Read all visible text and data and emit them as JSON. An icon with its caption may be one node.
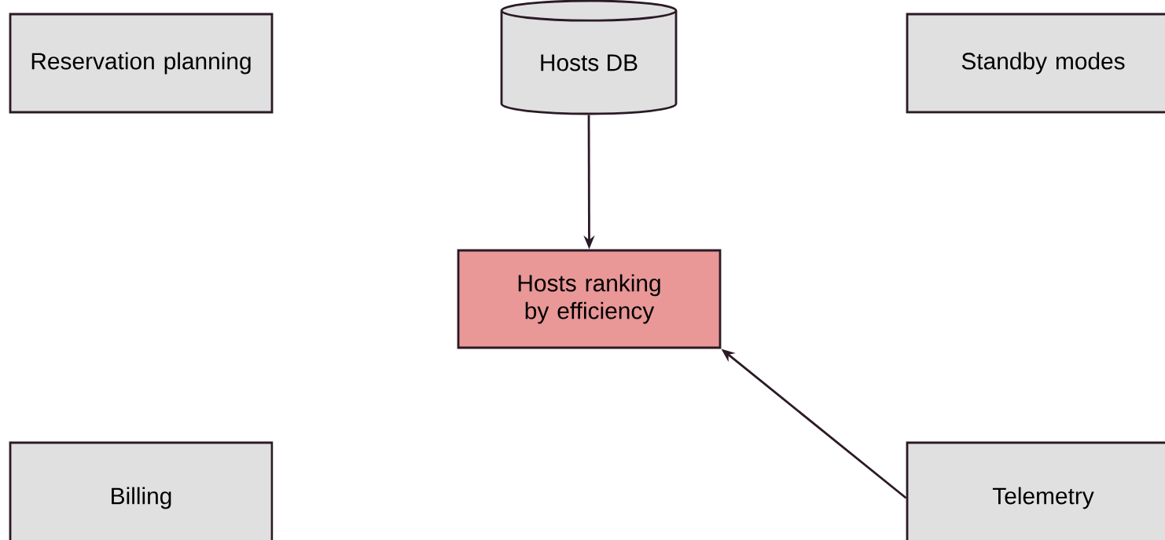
{
  "diagram": {
    "nodes": [
      {
        "text": [
          "Reservation planning"
        ]
      },
      {
        "text": [
          "Hosts DB"
        ]
      },
      {
        "text": [
          "Standby modes"
        ]
      },
      {
        "text": [
          "Hosts ranking by efficiency"
        ]
      },
      {
        "text": [
          "Billing"
        ]
      },
      {
        "text": [
          "Telemetry"
        ]
      }
    ],
    "edges": [
      {
        "from": 1,
        "to": 3,
        "arrow": "to"
      },
      {
        "from": 5,
        "to": 3,
        "arrow": "to"
      }
    ]
  }
}
